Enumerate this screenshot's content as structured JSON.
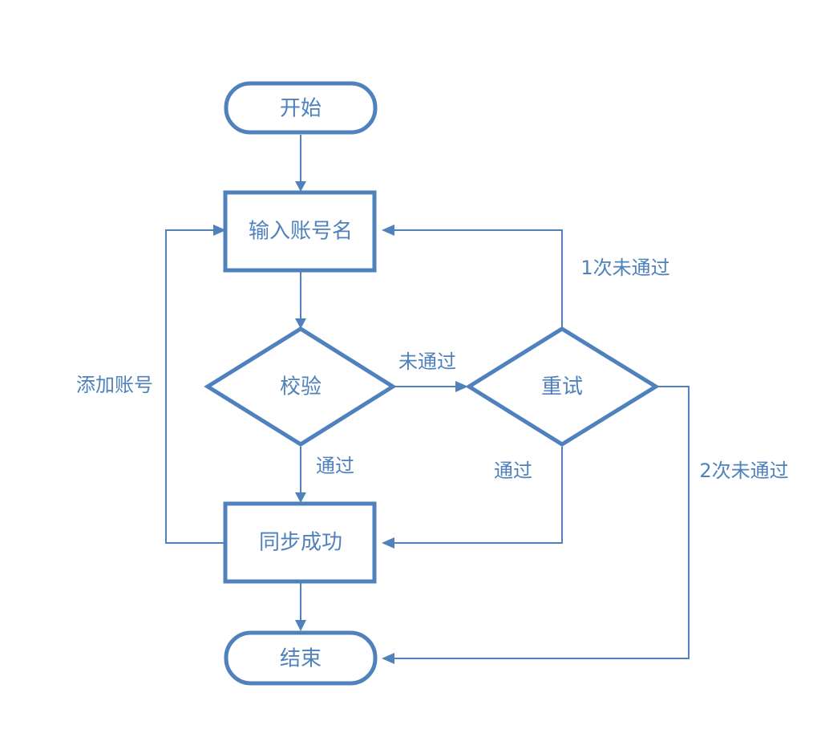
{
  "nodes": {
    "start": "开始",
    "input_account": "输入账号名",
    "verify": "校验",
    "retry": "重试",
    "sync_success": "同步成功",
    "end": "结束"
  },
  "edge_labels": {
    "not_passed": "未通过",
    "passed_from_verify": "通过",
    "passed_from_retry": "通过",
    "first_fail": "1次未通过",
    "second_fail": "2次未通过",
    "add_account": "添加账号"
  },
  "colors": {
    "accent": "#4f81bd",
    "background": "#ffffff"
  }
}
